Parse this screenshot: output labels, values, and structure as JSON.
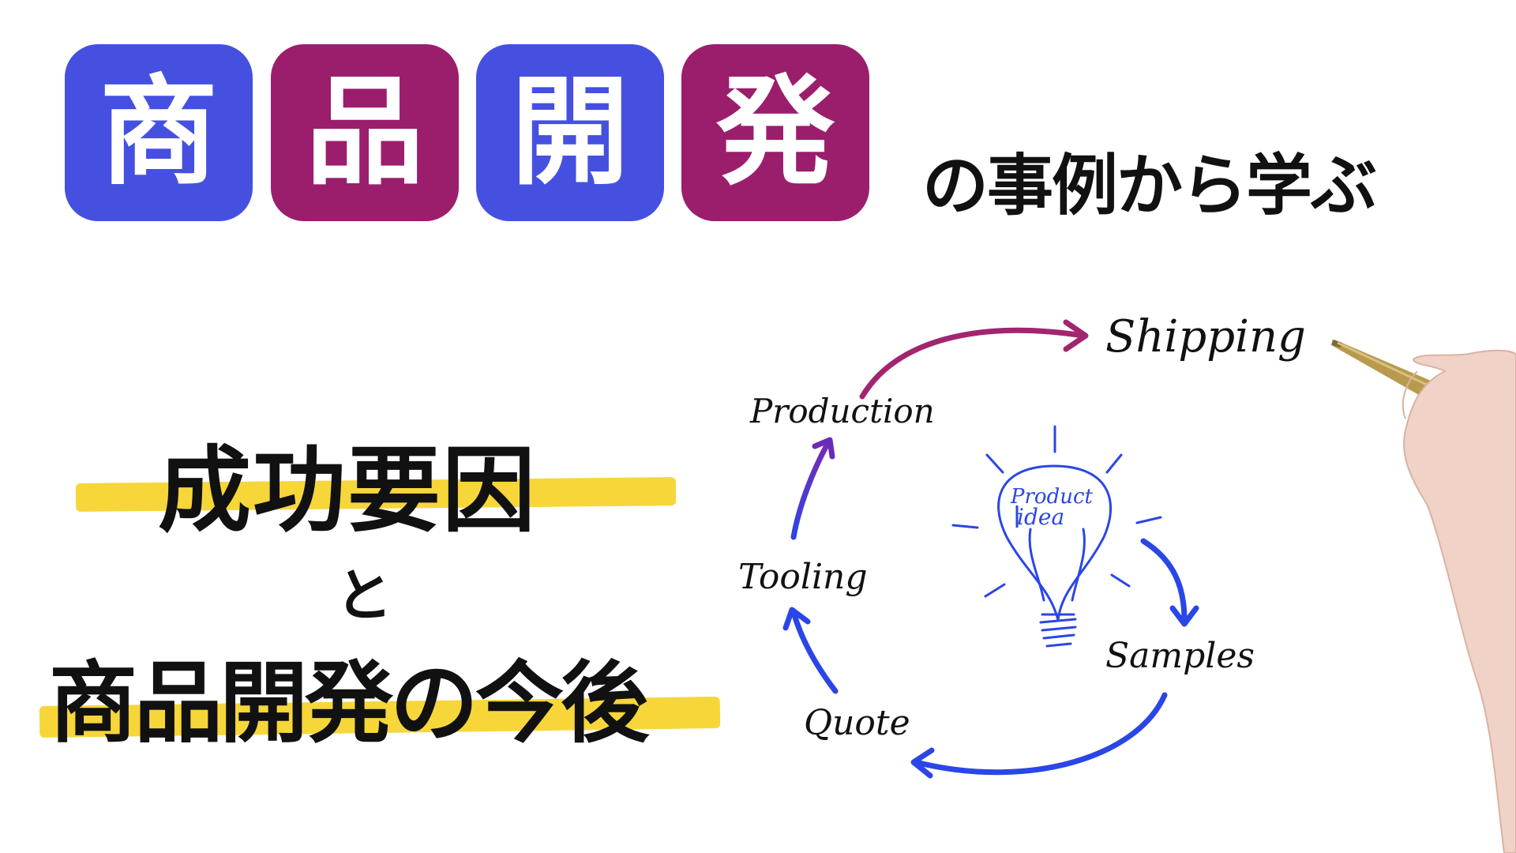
{
  "header": {
    "tiles": [
      "商",
      "品",
      "開",
      "発"
    ],
    "subtitle": "の事例から学ぶ"
  },
  "headline": {
    "line1": "成功要因",
    "line2": "と",
    "line3": "商品開発の今後"
  },
  "diagram": {
    "stages": {
      "shipping": "Shipping",
      "production": "Production",
      "tooling": "Tooling",
      "quote": "Quote",
      "samples": "Samples"
    },
    "bulb_line1": "Product",
    "bulb_line2": "idea"
  },
  "colors": {
    "tile_blue": "#4650e0",
    "tile_purple": "#9b1e6c",
    "highlight": "#f7d63a",
    "arrow_blue": "#2b46e6",
    "arrow_purple": "#a2256f"
  }
}
